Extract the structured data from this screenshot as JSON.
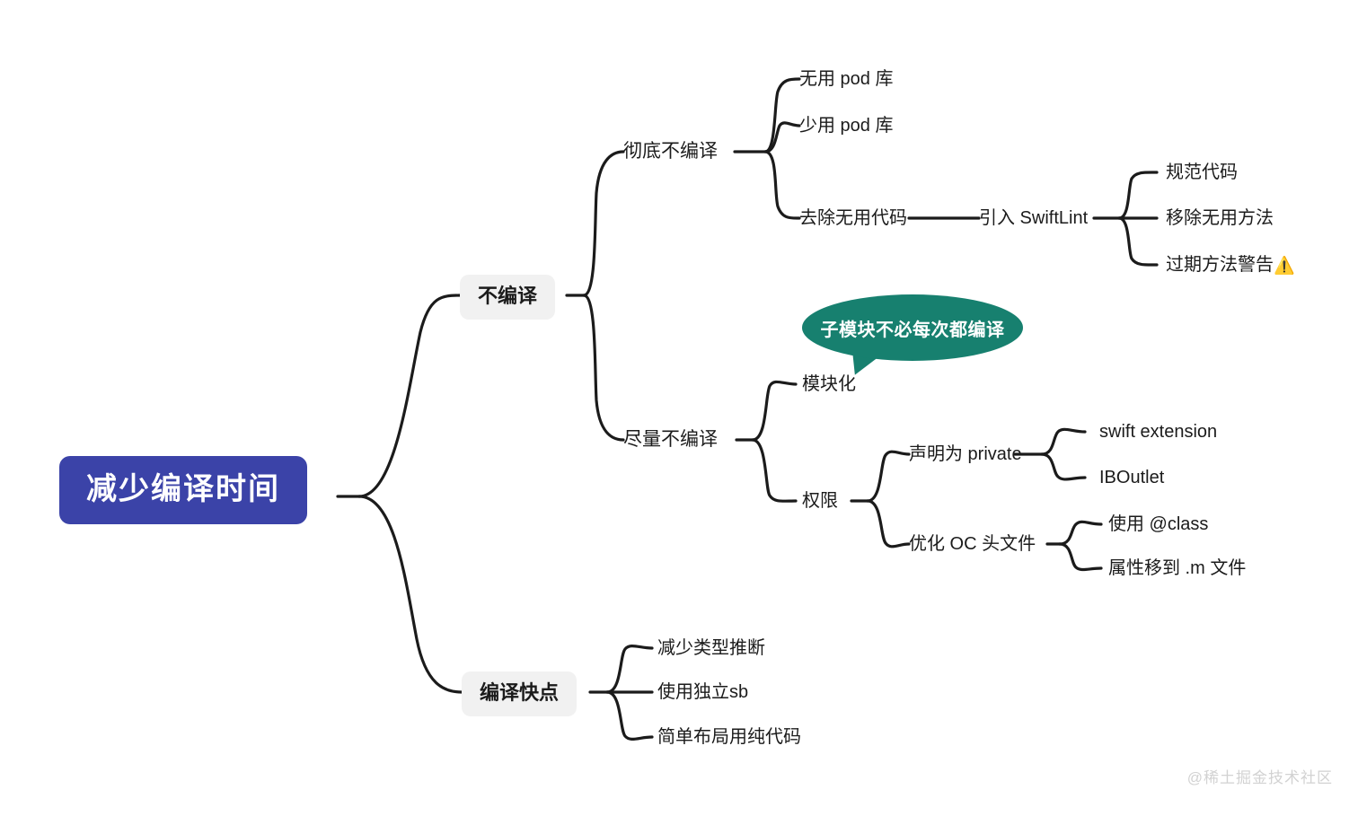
{
  "diagram": {
    "type": "mindmap",
    "watermark": "@稀土掘金技术社区",
    "colors": {
      "root_fill": "#3b43a8",
      "root_text": "#ffffff",
      "branch_box_fill": "#f1f1f1",
      "callout_fill": "#17806f",
      "callout_text": "#ffffff",
      "edge": "#1b1b1b",
      "text": "#1b1b1b",
      "watermark": "#d2d2d2"
    },
    "root": {
      "label": "减少编译时间"
    },
    "branches": [
      {
        "id": "b1",
        "label": "不编译",
        "children": [
          {
            "id": "b1c1",
            "label": "彻底不编译",
            "children": [
              {
                "id": "b1c1g1",
                "label": "无用 pod 库"
              },
              {
                "id": "b1c1g2",
                "label": "少用 pod 库"
              },
              {
                "id": "b1c1g3",
                "label": "去除无用代码",
                "children": [
                  {
                    "id": "b1c1g3s1",
                    "label": "引入 SwiftLint",
                    "children": [
                      {
                        "id": "sl1",
                        "label": "规范代码"
                      },
                      {
                        "id": "sl2",
                        "label": "移除无用方法"
                      },
                      {
                        "id": "sl3",
                        "label": "过期方法警告",
                        "emoji": "⚠️"
                      }
                    ]
                  }
                ]
              }
            ]
          },
          {
            "id": "b1c2",
            "label": "尽量不编译",
            "children": [
              {
                "id": "b1c2g1",
                "label": "模块化"
              },
              {
                "id": "b1c2g2",
                "label": "权限",
                "children": [
                  {
                    "id": "p1",
                    "label": "声明为 private",
                    "children": [
                      {
                        "id": "p1a",
                        "label": "swift extension"
                      },
                      {
                        "id": "p1b",
                        "label": "IBOutlet"
                      }
                    ]
                  },
                  {
                    "id": "p2",
                    "label": "优化 OC 头文件",
                    "children": [
                      {
                        "id": "p2a",
                        "label": "使用 @class"
                      },
                      {
                        "id": "p2b",
                        "label": "属性移到 .m 文件"
                      }
                    ]
                  }
                ]
              }
            ]
          }
        ]
      },
      {
        "id": "b2",
        "label": "编译快点",
        "children": [
          {
            "id": "b2c1",
            "label": "减少类型推断"
          },
          {
            "id": "b2c2",
            "label": "使用独立sb"
          },
          {
            "id": "b2c3",
            "label": "简单布局用纯代码"
          }
        ]
      }
    ],
    "callout": {
      "label": "子模块不必每次都编译",
      "attached_to": "模块化"
    }
  }
}
